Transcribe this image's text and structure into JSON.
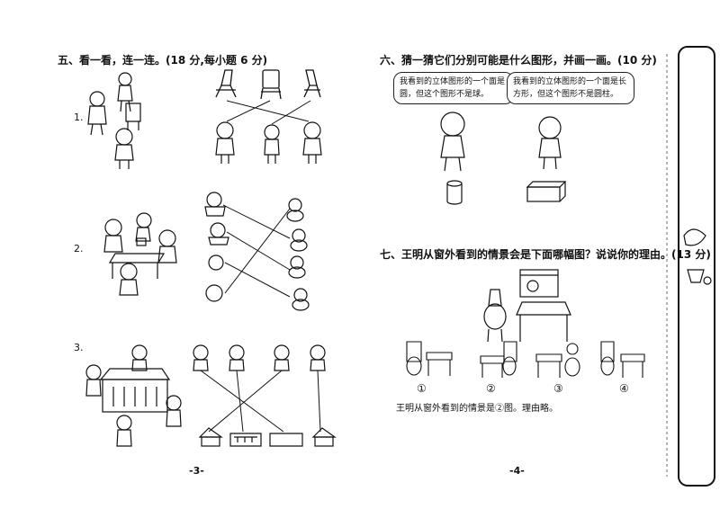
{
  "left_page": {
    "section5_title": "五、看一看，连一连。(18 分,每小题 6 分)",
    "q1": "1.",
    "q2": "2.",
    "q3": "3.",
    "page_number": "-3-"
  },
  "right_page": {
    "section6_title": "六、猜一猜它们分别可能是什么图形，并画一画。(10 分)",
    "bubble_left": "我看到的立体图形的一个面是圆，但这个图形不是球。",
    "bubble_right": "我看到的立体图形的一个面是长方形，但这个图形不是圆柱。",
    "section7_title": "七、王明从窗外看到的情景会是下面哪幅图？说说你的理由。(13 分)",
    "options": [
      "①",
      "②",
      "③",
      "④"
    ],
    "answer_text": "王明从窗外看到的情景是②图。理由略。",
    "page_number": "-4-"
  }
}
